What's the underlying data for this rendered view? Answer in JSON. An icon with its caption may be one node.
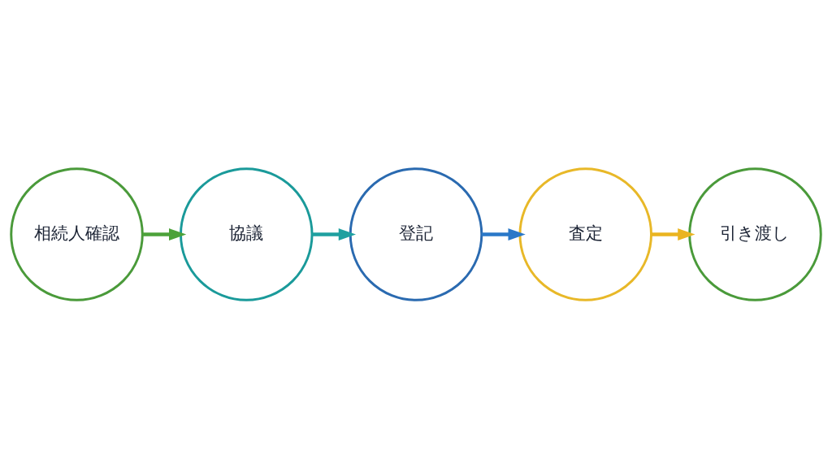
{
  "diagram": {
    "nodes": [
      {
        "text": [
          "相続人確認"
        ]
      },
      {
        "text": [
          "協議"
        ]
      },
      {
        "text": [
          "登記"
        ]
      },
      {
        "text": [
          "査定"
        ]
      },
      {
        "text": [
          "引き渡し"
        ]
      }
    ],
    "edges": [
      {
        "from": 0,
        "to": 1,
        "arrow": "to",
        "color": "#4ca23a"
      },
      {
        "from": 1,
        "to": 2,
        "arrow": "to",
        "color": "#1fa0a0"
      },
      {
        "from": 2,
        "to": 3,
        "arrow": "to",
        "color": "#2a78c8"
      },
      {
        "from": 3,
        "to": 4,
        "arrow": "to",
        "color": "#eab420"
      }
    ]
  }
}
